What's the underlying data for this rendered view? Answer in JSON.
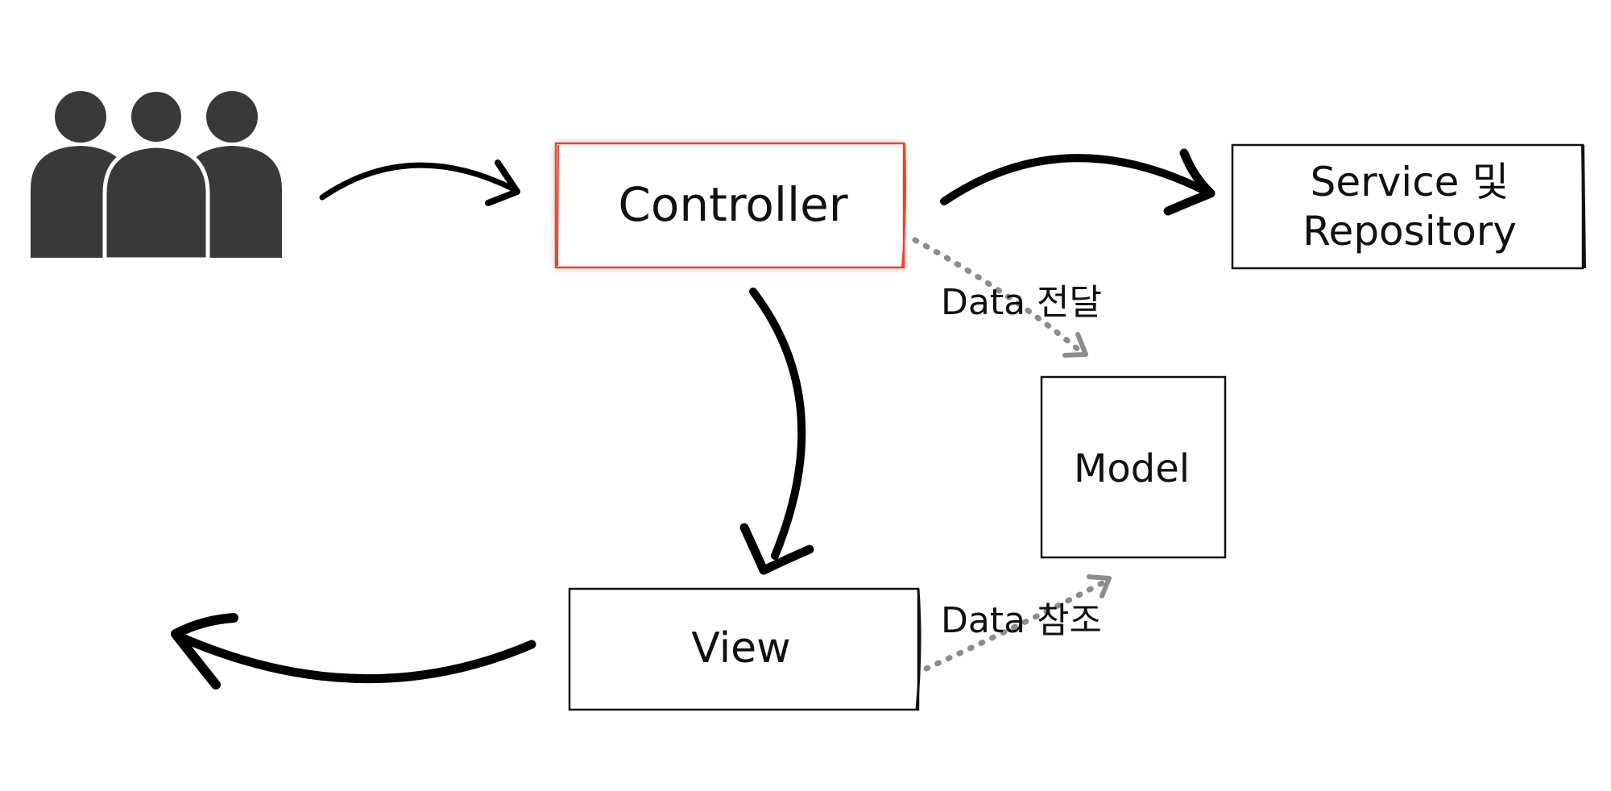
{
  "nodes": {
    "users": {
      "icon": "users-group-icon"
    },
    "controller": {
      "label": "Controller",
      "border_color": "#e8452c"
    },
    "service_repository": {
      "label_line1": "Service 및",
      "label_line2": "Repository"
    },
    "model": {
      "label": "Model"
    },
    "view": {
      "label": "View"
    }
  },
  "edges": {
    "controller_to_model": {
      "label": "Data 전달",
      "style": "dotted"
    },
    "view_to_model": {
      "label": "Data 참조",
      "style": "dotted"
    }
  },
  "colors": {
    "icon_fill": "#3b3838",
    "arrow": "#000000",
    "dotted_arrow": "#8c8c8c",
    "box_border": "#111111"
  }
}
